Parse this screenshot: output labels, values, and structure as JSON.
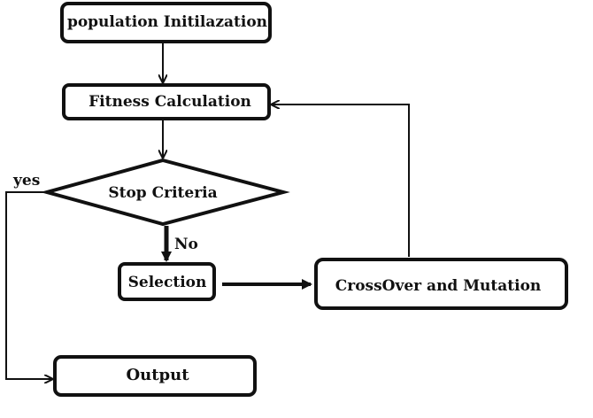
{
  "nodes": {
    "population_init": "population Initilazation",
    "fitness_calculation": "Fitness Calculation",
    "stop_criteria": "Stop Criteria",
    "selection": "Selection",
    "crossover_mutation": "CrossOver and Mutation",
    "output": "Output"
  },
  "edges": {
    "yes_label": "yes",
    "no_label": "No"
  },
  "colors": {
    "stroke": "#111111",
    "background": "#ffffff"
  }
}
